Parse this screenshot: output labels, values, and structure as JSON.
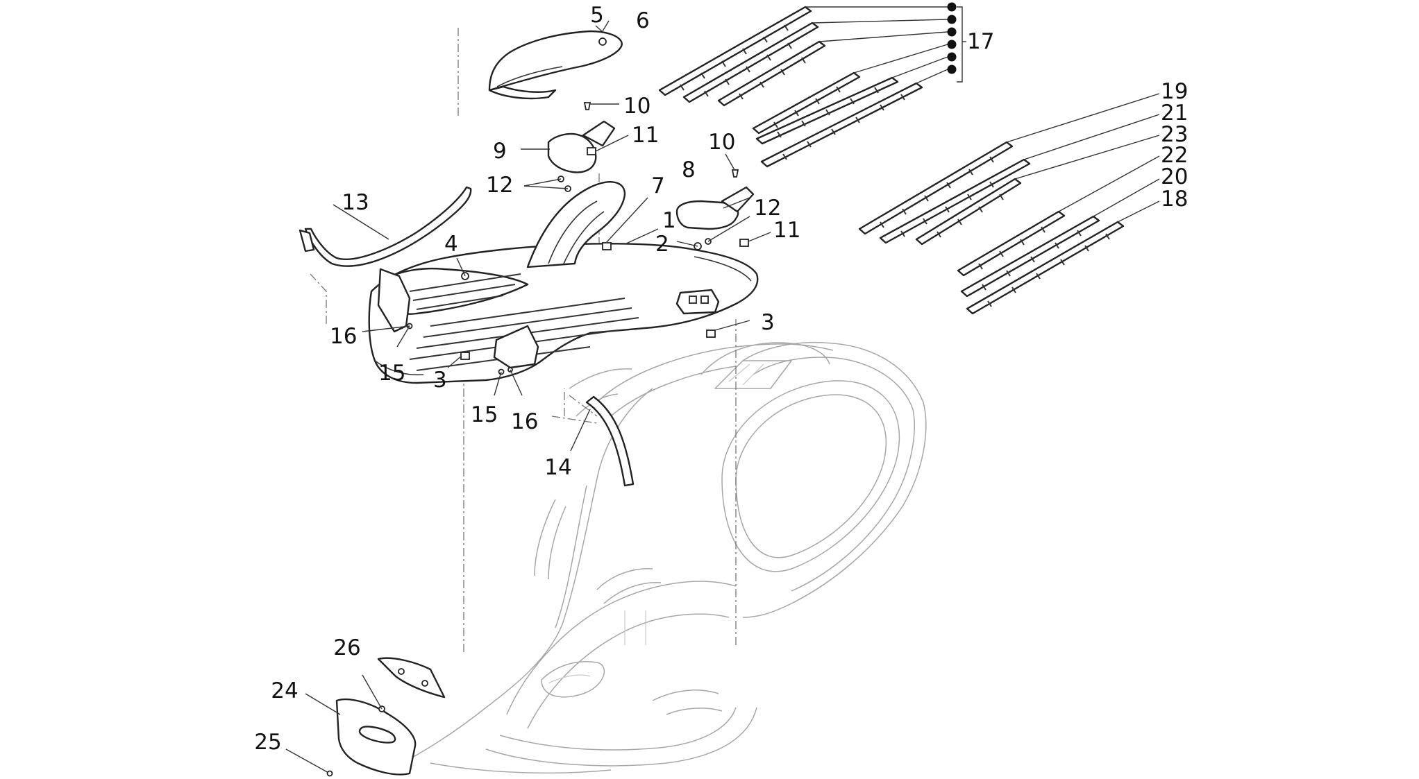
{
  "diagram": {
    "part_labels": [
      {
        "id": "5",
        "text": "5"
      },
      {
        "id": "6",
        "text": "6"
      },
      {
        "id": "10a",
        "text": "10"
      },
      {
        "id": "11a",
        "text": "11"
      },
      {
        "id": "9",
        "text": "9"
      },
      {
        "id": "12a",
        "text": "12"
      },
      {
        "id": "13",
        "text": "13"
      },
      {
        "id": "7",
        "text": "7"
      },
      {
        "id": "1",
        "text": "1"
      },
      {
        "id": "4",
        "text": "4"
      },
      {
        "id": "10b",
        "text": "10"
      },
      {
        "id": "8",
        "text": "8"
      },
      {
        "id": "12b",
        "text": "12"
      },
      {
        "id": "2",
        "text": "2"
      },
      {
        "id": "11b",
        "text": "11"
      },
      {
        "id": "3a",
        "text": "3"
      },
      {
        "id": "16a",
        "text": "16"
      },
      {
        "id": "15a",
        "text": "15"
      },
      {
        "id": "3b",
        "text": "3"
      },
      {
        "id": "15b",
        "text": "15"
      },
      {
        "id": "16b",
        "text": "16"
      },
      {
        "id": "14",
        "text": "14"
      },
      {
        "id": "17",
        "text": "17"
      },
      {
        "id": "19",
        "text": "19"
      },
      {
        "id": "21",
        "text": "21"
      },
      {
        "id": "23",
        "text": "23"
      },
      {
        "id": "22",
        "text": "22"
      },
      {
        "id": "20",
        "text": "20"
      },
      {
        "id": "18",
        "text": "18"
      },
      {
        "id": "26",
        "text": "26"
      },
      {
        "id": "24",
        "text": "24"
      },
      {
        "id": "25",
        "text": "25"
      }
    ],
    "bullet_count": 6,
    "colors": {
      "line": "#222222",
      "ghost": "#a6a6a6",
      "text": "#111111",
      "background": "#ffffff"
    }
  }
}
